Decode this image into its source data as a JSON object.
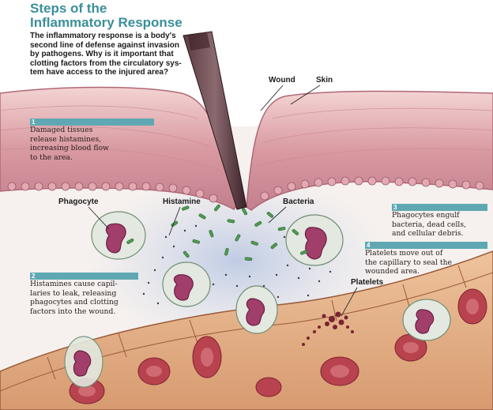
{
  "title": [
    "Steps of the",
    "Inflammatory Response"
  ],
  "intro": [
    "The inflammatory response is a body's",
    "second line of defense against invasion",
    "by pathogens. Why is it important that",
    "clotting factors from the circulatory sys-",
    "tem have access to the injured area?"
  ],
  "labels": {
    "wound": "Wound",
    "skin": "Skin",
    "phagocyte": "Phagocyte",
    "histamine": "Histamine",
    "bacteria": "Bacteria",
    "platelets": "Platelets"
  },
  "steps": [
    {
      "number": "1",
      "lines": [
        "Damaged tissues",
        "release histamines,",
        "increasing blood flow",
        "to the area."
      ]
    },
    {
      "number": "2",
      "lines": [
        "Histamines cause capil-",
        "laries to leak, releasing",
        "phagocytes and clotting",
        "factors into the wound."
      ]
    },
    {
      "number": "3",
      "lines": [
        "Phagocytes engulf",
        "bacteria, dead cells,",
        "and cellular debris."
      ]
    },
    {
      "number": "4",
      "lines": [
        "Platelets move out of",
        "the capillary to seal the",
        "wounded area."
      ]
    }
  ],
  "colors": {
    "title": "#3a8f9a",
    "skin": "#d9a0a4",
    "capillary": "#e7b48c",
    "blood_cell": "#b8434f",
    "bacteria": "#4f9a52",
    "number_badge": "#5fa8b3"
  }
}
